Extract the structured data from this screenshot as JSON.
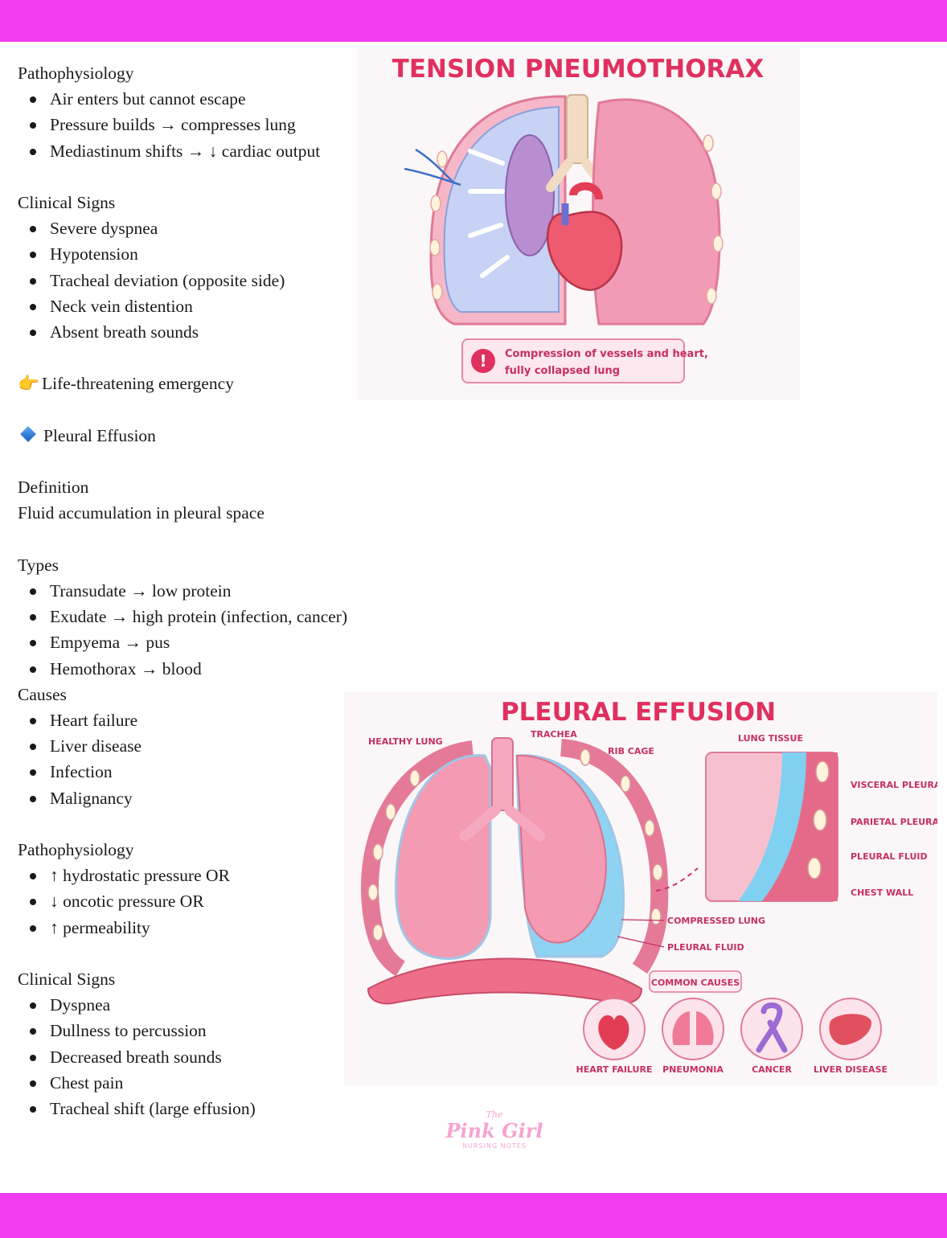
{
  "pneumo": {
    "patho_heading": "Pathophysiology",
    "patho_items": [
      "Air enters but cannot escape",
      "Pressure builds → compresses lung",
      "Mediastinum shifts → ↓ cardiac output"
    ],
    "signs_heading": "Clinical Signs",
    "signs_items": [
      "Severe dyspnea",
      "Hypotension",
      "Tracheal deviation (opposite side)",
      "Neck vein distention",
      "Absent breath sounds"
    ],
    "emergency_emoji": "👉",
    "emergency_text": "Life-threatening emergency"
  },
  "effusion": {
    "section_title": "Pleural Effusion",
    "definition_heading": "Definition",
    "definition_text": "Fluid accumulation in pleural space",
    "types_heading": "Types",
    "types_items": [
      "Transudate → low protein",
      "Exudate → high protein (infection, cancer)",
      "Empyema → pus",
      "Hemothorax → blood"
    ],
    "causes_heading": "Causes",
    "causes_items": [
      "Heart failure",
      "Liver disease",
      "Infection",
      "Malignancy"
    ],
    "patho_heading": "Pathophysiology",
    "patho_items": [
      "↑ hydrostatic pressure OR",
      "↓ oncotic pressure OR",
      "↑ permeability"
    ],
    "signs_heading": "Clinical Signs",
    "signs_items": [
      "Dyspnea",
      "Dullness to percussion",
      "Decreased breath sounds",
      "Chest pain",
      "Tracheal shift (large effusion)"
    ]
  },
  "figure1": {
    "title": "TENSION PNEUMOTHORAX",
    "caption_line1": "Compression of vessels and heart,",
    "caption_line2": "fully collapsed lung"
  },
  "figure2": {
    "title": "PLEURAL EFFUSION",
    "labels": {
      "healthy_lung": "HEALTHY LUNG",
      "trachea": "TRACHEA",
      "rib_cage": "RIB CAGE",
      "lung_tissue": "LUNG TISSUE",
      "visceral_pleura": "VISCERAL PLEURA",
      "parietal_pleura": "PARIETAL PLEURA",
      "pleural_fluid_inset": "PLEURAL FLUID",
      "chest_wall": "CHEST WALL",
      "compressed_lung": "COMPRESSED LUNG",
      "pleural_fluid": "PLEURAL FLUID",
      "common_causes": "COMMON CAUSES"
    },
    "causes": [
      "HEART FAILURE",
      "PNEUMONIA",
      "CANCER",
      "LIVER DISEASE"
    ]
  },
  "logo": {
    "the": "The",
    "name": "Pink Girl",
    "subtitle": "NURSING NOTES"
  },
  "colors": {
    "band": "#f23cf0",
    "accent": "#e0305f",
    "lung_pink": "#f49ab2",
    "fluid_blue": "#8fd3f2",
    "collapsed_blue": "#c4d1f2"
  }
}
